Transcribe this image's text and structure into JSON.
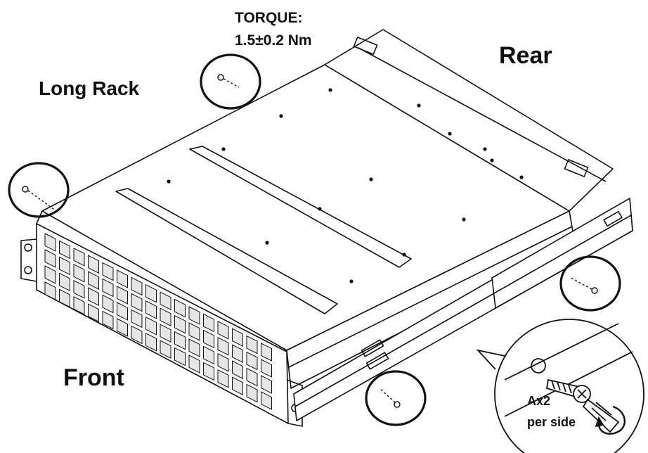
{
  "labels": {
    "torque_title": "TORQUE:",
    "torque_value": "1.5±0.2 Nm",
    "rear": "Rear",
    "long_rack": "Long Rack",
    "front": "Front",
    "callout_qty": "Ax2",
    "callout_note": "per side"
  },
  "colors": {
    "line": "#111111",
    "background": "#ffffff",
    "port_fill": "#e6e6e6"
  },
  "icons": {
    "screw": "screw-icon",
    "screwdriver": "screwdriver-icon",
    "rotate": "rotate-arrow-icon"
  }
}
